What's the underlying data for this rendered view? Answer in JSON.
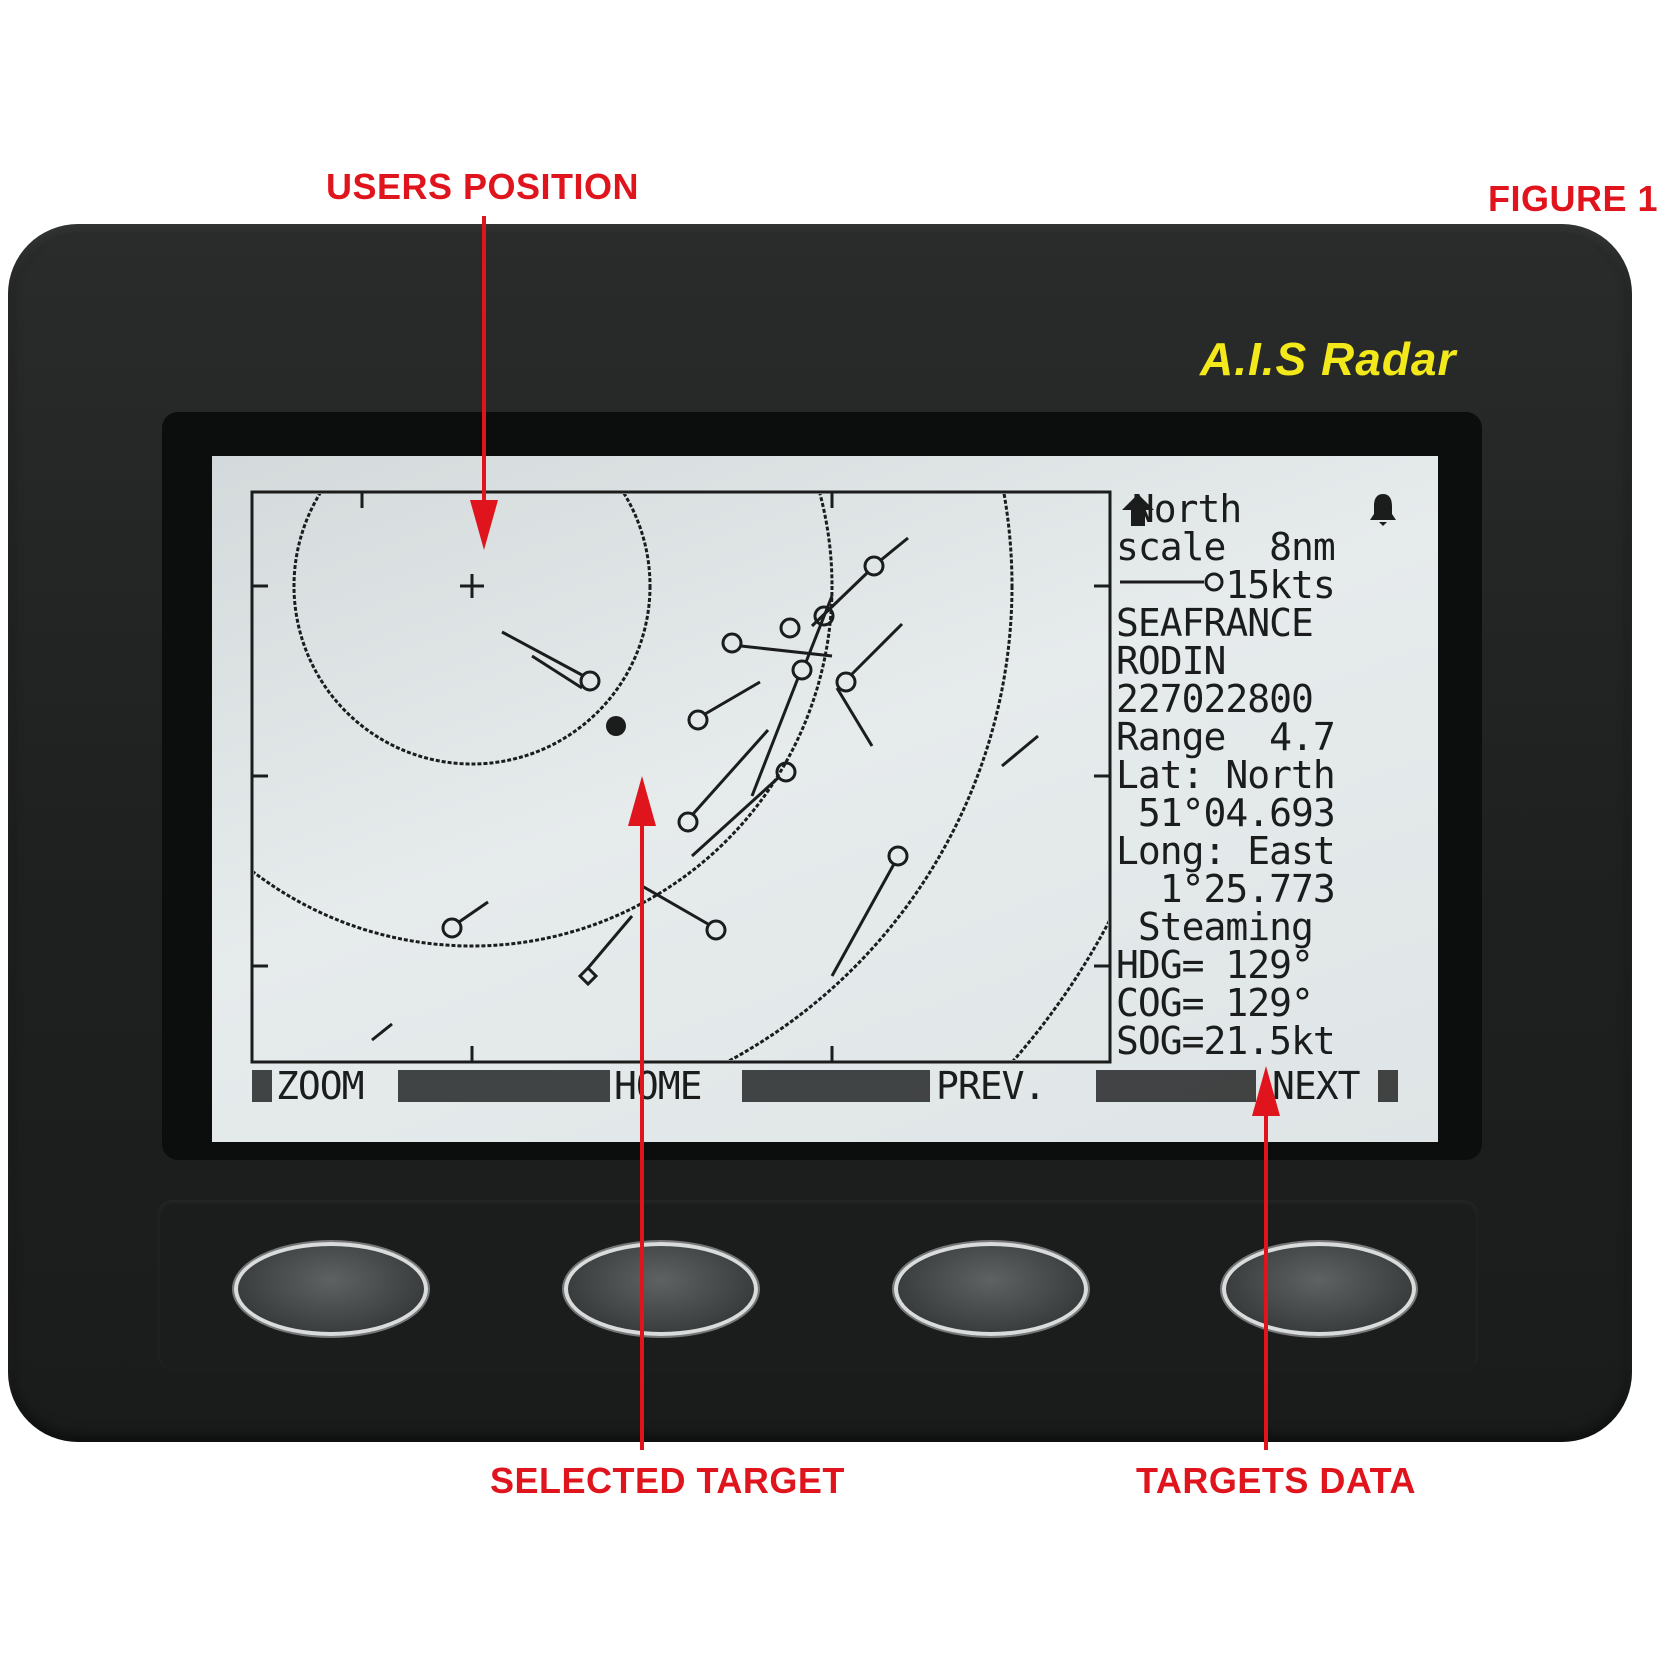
{
  "callouts": {
    "users_position": "USERS POSITION",
    "figure": "FIGURE 1",
    "selected_target": "SELECTED TARGET",
    "targets_data": "TARGETS DATA"
  },
  "device": {
    "brand": "A.I.S Radar"
  },
  "lcd": {
    "info_lines": [
      " North",
      "scale  8nm",
      "     15kts",
      "SEAFRANCE",
      "RODIN",
      "227022800",
      "Range  4.7",
      "Lat: North",
      " 51°04.693",
      "Long: East",
      "  1°25.773",
      " Steaming",
      "HDG= 129°",
      "COG= 129°",
      "SOG=21.5kt"
    ],
    "softkeys": {
      "zoom": "ZOOM",
      "home": "HOME",
      "prev": "PREV.",
      "next": "NEXT"
    }
  },
  "colors": {
    "callout": "#e0141c",
    "brand": "#f2e81a",
    "lcd_background": "#dfe5e6",
    "lcd_ink": "#1b1d1d"
  },
  "icons": {
    "north_arrow": "north-arrow-icon",
    "alarm_bell": "bell-icon",
    "own_ship": "crosshair-icon",
    "selected_target": "filled-circle-icon",
    "target": "circle-target-icon",
    "speed_vector": "speed-vector-icon"
  }
}
